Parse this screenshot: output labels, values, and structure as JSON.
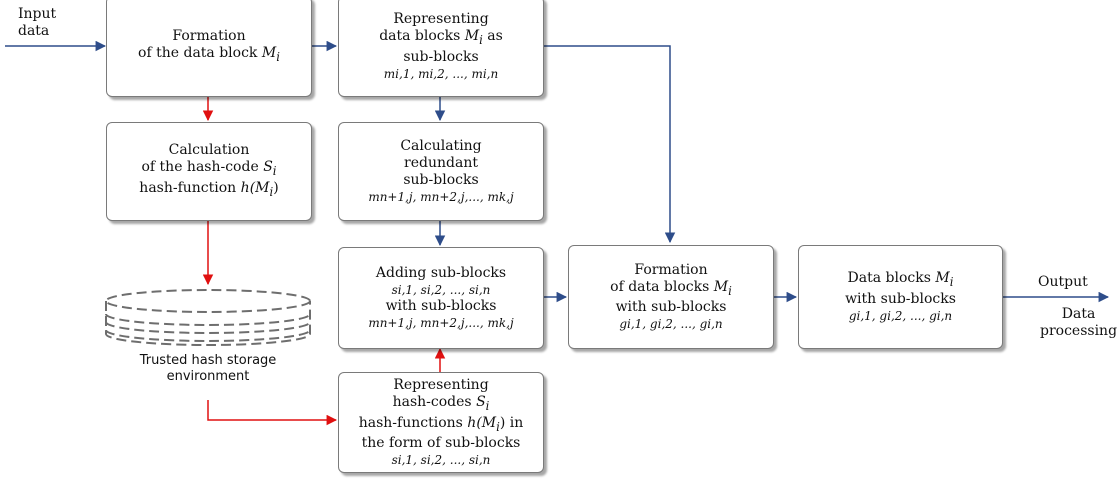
{
  "labels": {
    "input": [
      "Input",
      "data"
    ],
    "output": "Output",
    "data_processing": [
      "Data",
      "processing"
    ],
    "storage": [
      "Trusted hash storage",
      "environment"
    ]
  },
  "blocks": {
    "formation": {
      "l1": "Formation",
      "l2": "of the data block ",
      "l2_var": "M",
      "l2_sub": "i"
    },
    "representing": {
      "l1": "Representing",
      "l2": "data blocks ",
      "l2_var": "M",
      "l2_sub": "i",
      "l2_tail": " as",
      "l3": "sub-blocks",
      "l4": "m",
      "l4_rest": "i,1, mi,2, ..., mi,n"
    },
    "calc_hash": {
      "l1": "Calculation",
      "l2": "of the hash-code ",
      "l2_var": "S",
      "l2_sub": "i",
      "l3": "hash-function ",
      "l3_var": "h",
      "l3_tail": "(M",
      "l3_sub": "i",
      "l3_end": ")"
    },
    "redundant": {
      "l1": "Calculating",
      "l2": "redundant",
      "l3": "sub-blocks",
      "l4": "mn+1,j, mn+2,j,..., mk,j"
    },
    "adding": {
      "l1": "Adding sub-blocks",
      "l2": "si,1, si,2, ..., si,n",
      "l3": "with sub-blocks",
      "l4": "mn+1,j, mn+2,j,..., mk,j"
    },
    "formation2": {
      "l1": "Formation",
      "l2": "of data blocks ",
      "l2_var": "M",
      "l2_sub": "i",
      "l3": "with sub-blocks",
      "l4": "gi,1, gi,2, ..., gi,n"
    },
    "datablocks": {
      "l1": "Data blocks ",
      "l1_var": "M",
      "l1_sub": "i",
      "l2": "with sub-blocks",
      "l3": "gi,1, gi,2, ..., gi,n"
    },
    "rep_hash": {
      "l1": "Representing",
      "l2": "hash-codes ",
      "l2_var": "S",
      "l2_sub": "i",
      "l3": "hash-functions ",
      "l3_var": "h",
      "l3_tail": "(M",
      "l3_sub": "i",
      "l3_end": ") in",
      "l4": "the form of sub-blocks",
      "l5": "si,1, si,2, ..., si,n"
    }
  },
  "colors": {
    "blue": "#2e4d8a",
    "red": "#e01010",
    "border": "#7a7a7a"
  }
}
